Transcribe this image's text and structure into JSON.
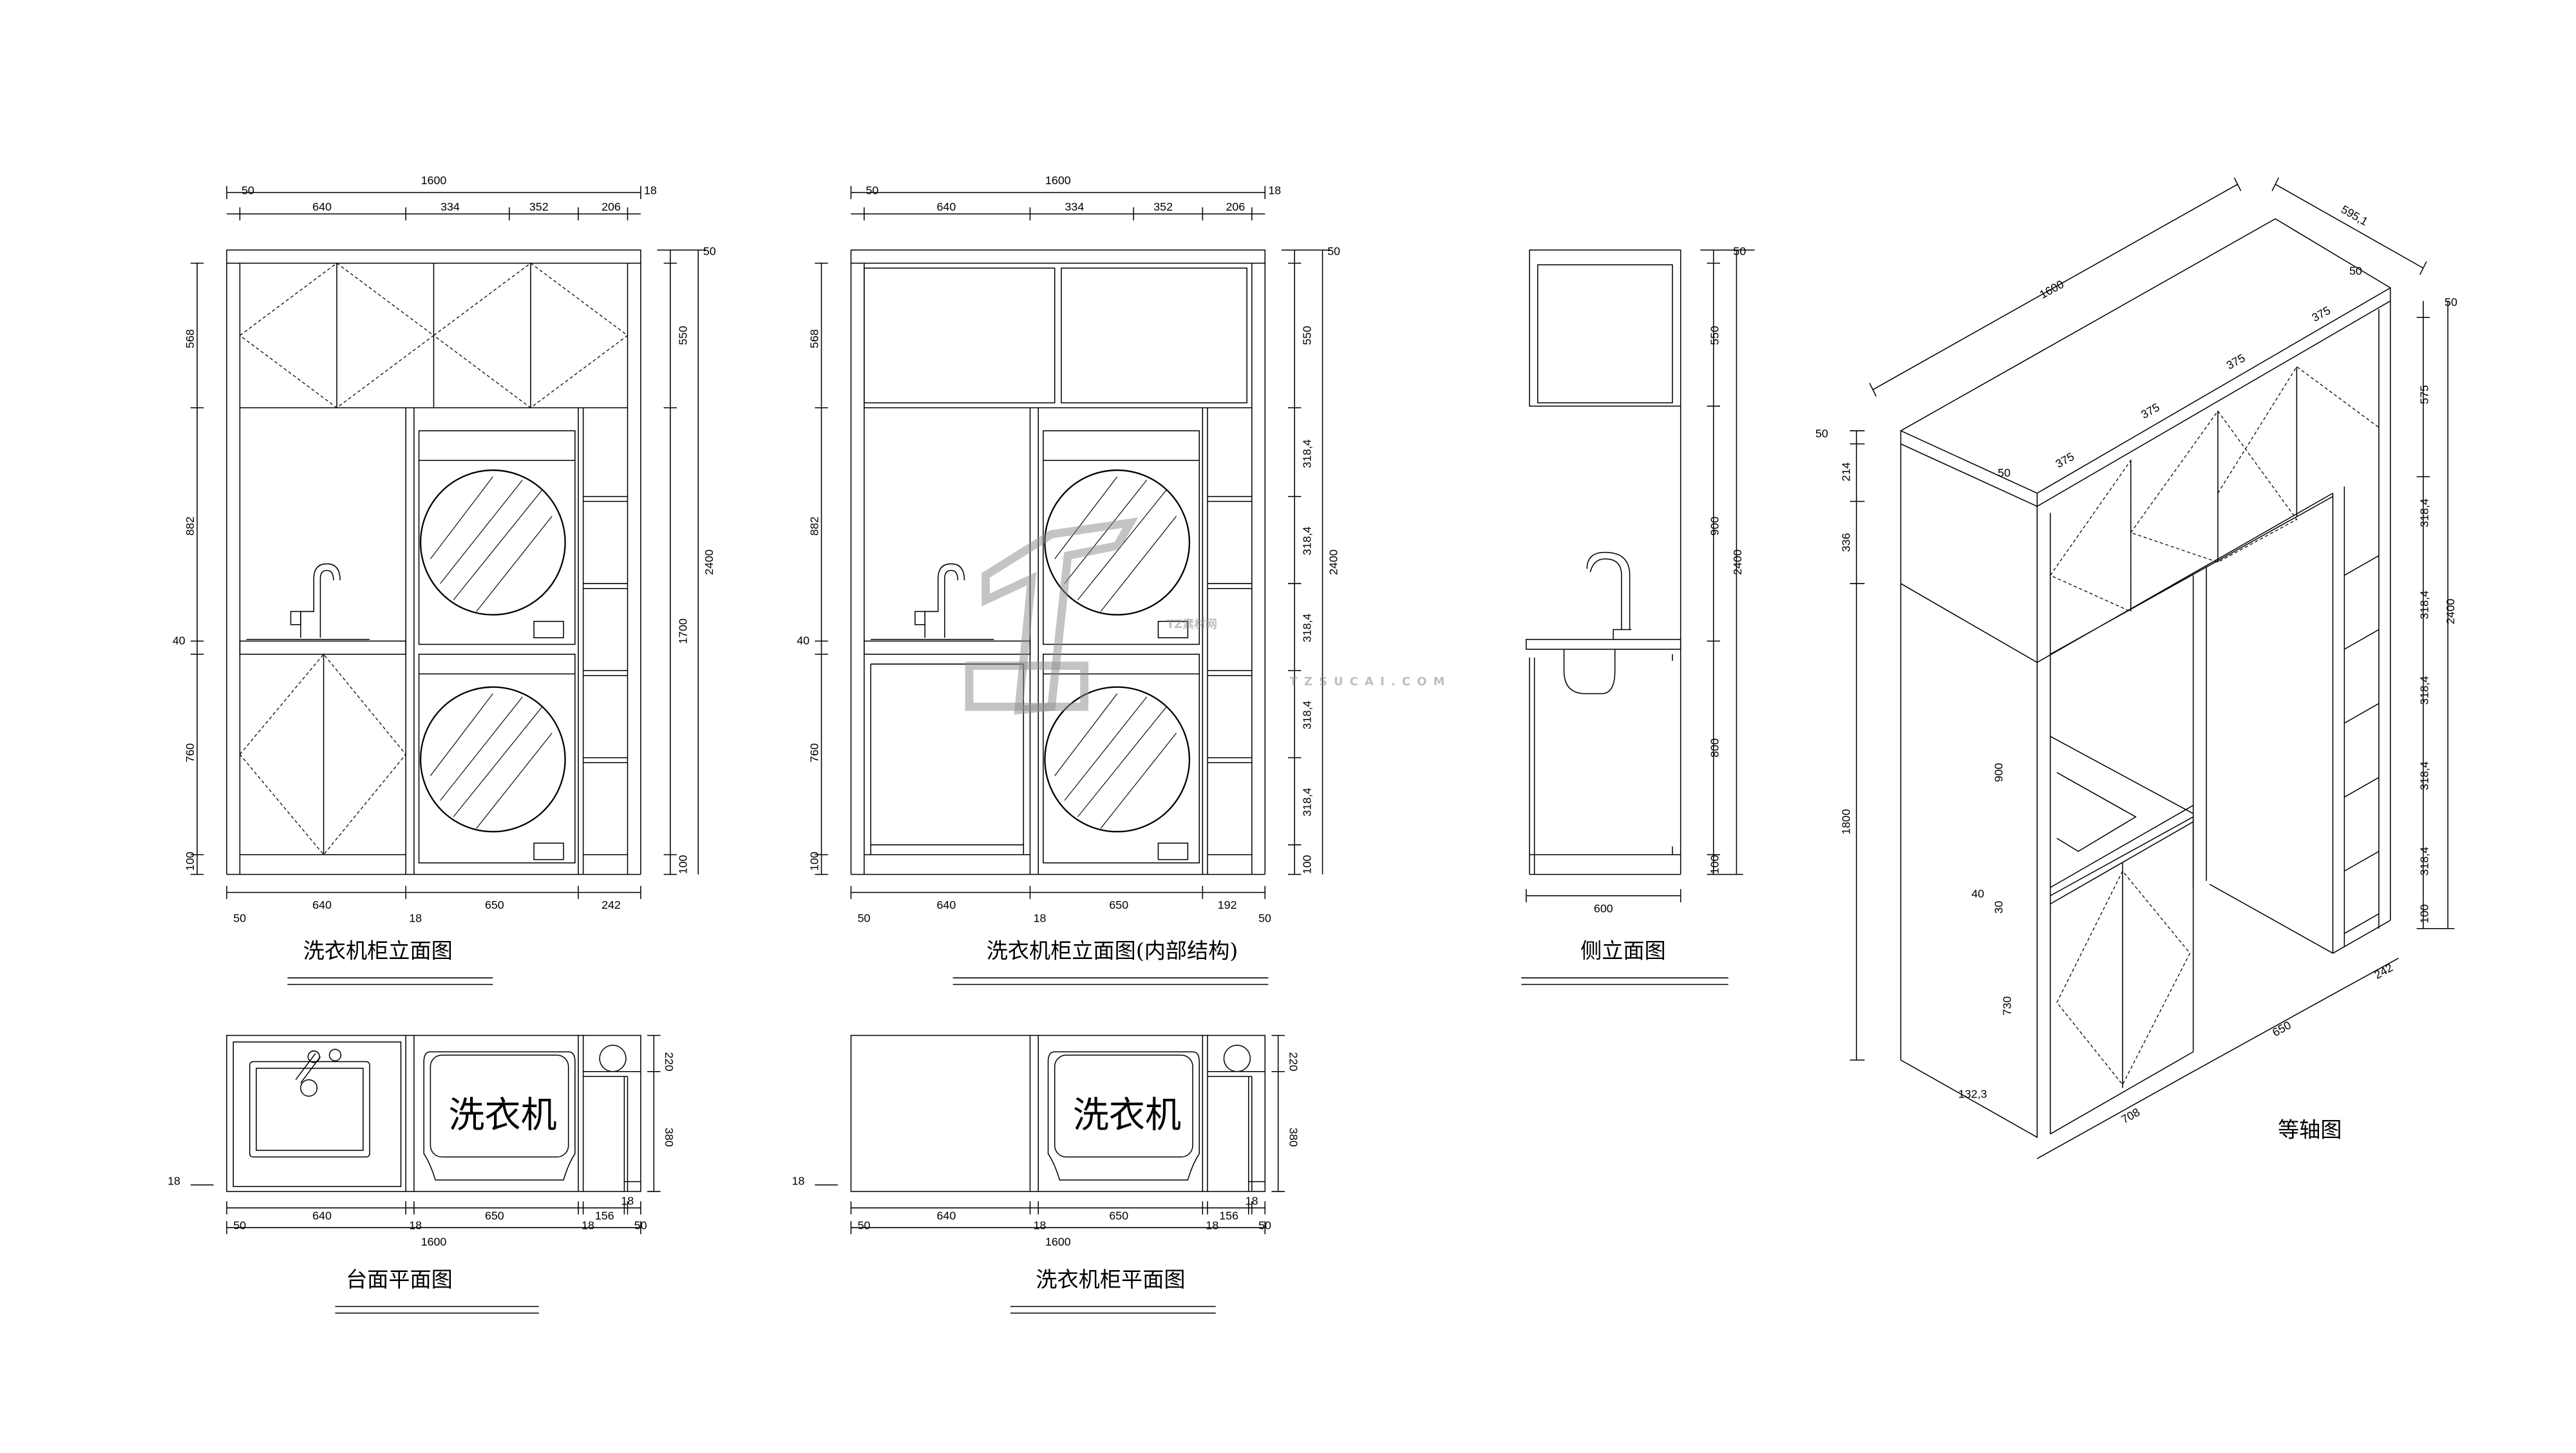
{
  "views": {
    "front_elevation": {
      "title": "洗衣机柜立面图",
      "dims": {
        "total": "1600",
        "top": [
          "50",
          "640",
          "334",
          "352",
          "206",
          "18"
        ],
        "left": [
          "568",
          "882",
          "40",
          "760",
          "100"
        ],
        "right": [
          "50",
          "550",
          "2400",
          "1700",
          "100"
        ],
        "bottom": [
          "640",
          "650",
          "242"
        ],
        "bottom_small": [
          "50",
          "18"
        ]
      }
    },
    "internal_elevation": {
      "title": "洗衣机柜立面图(内部结构)",
      "dims": {
        "total": "1600",
        "top": [
          "50",
          "640",
          "334",
          "352",
          "206",
          "18"
        ],
        "left": [
          "568",
          "882",
          "40",
          "760",
          "100"
        ],
        "right": [
          "50",
          "550",
          "318,4",
          "318,4",
          "318,4",
          "318,4",
          "318,4",
          "2400",
          "100"
        ],
        "bottom": [
          "640",
          "650",
          "192"
        ],
        "bottom_small": [
          "50",
          "18",
          "50"
        ]
      }
    },
    "side_elevation": {
      "title": "侧立面图",
      "dims": {
        "right": [
          "50",
          "550",
          "900",
          "800",
          "100"
        ],
        "total": "2400",
        "width": "600"
      }
    },
    "countertop_plan": {
      "title": "台面平面图",
      "label": "洗衣机",
      "dims": {
        "right": [
          "220",
          "380"
        ],
        "left": "18",
        "bottom": [
          "640",
          "650",
          "156",
          "18"
        ],
        "bottom_small": [
          "50",
          "18",
          "18",
          "50"
        ],
        "total": "1600"
      }
    },
    "cabinet_plan": {
      "title": "洗衣机柜平面图",
      "label": "洗衣机",
      "dims": {
        "right": [
          "220",
          "380"
        ],
        "left": "18",
        "bottom": [
          "640",
          "650",
          "156",
          "18"
        ],
        "bottom_small": [
          "50",
          "18",
          "18",
          "50"
        ],
        "total": "1600"
      }
    },
    "isometric": {
      "title": "等轴图",
      "dims": {
        "length": "1600",
        "depth": "595,1",
        "top_offsets": [
          "50",
          "50"
        ],
        "modules": [
          "375",
          "375",
          "375",
          "375"
        ],
        "right": [
          "50",
          "575",
          "318,4",
          "318,4",
          "318,4",
          "318,4",
          "318,4",
          "100"
        ],
        "total": "2400",
        "left": [
          "50",
          "214",
          "336",
          "1800"
        ],
        "inner": [
          "900",
          "40",
          "30",
          "730"
        ],
        "corner": "132,3",
        "bottom": [
          "708",
          "650",
          "242"
        ]
      }
    }
  },
  "watermark": {
    "logo": "TZ素材网",
    "url": "TZSUCAI.COM"
  }
}
